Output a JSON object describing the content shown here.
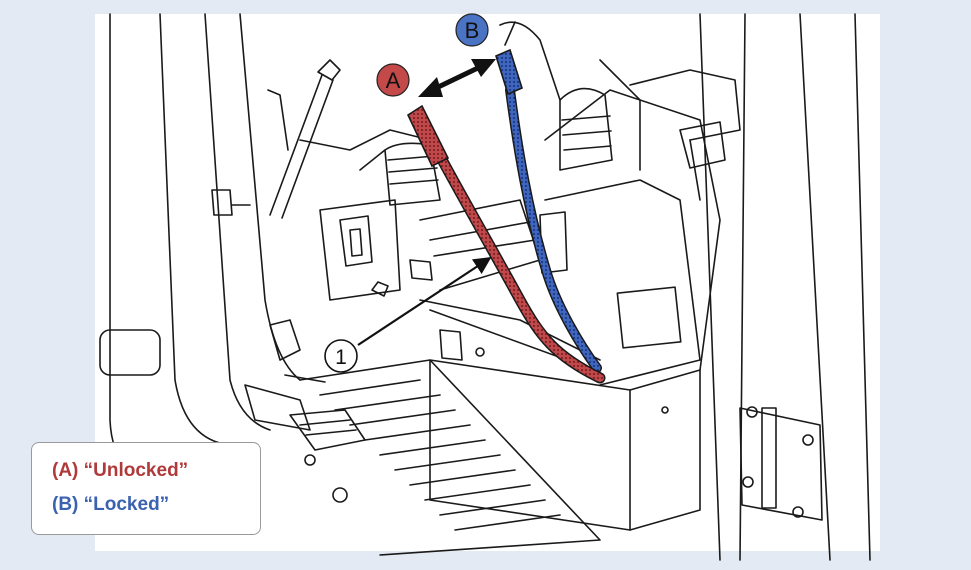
{
  "callouts": {
    "a": {
      "letter": "A",
      "color": "#c44a4a"
    },
    "b": {
      "letter": "B",
      "color": "#4a73c4"
    },
    "one": {
      "number": "1"
    }
  },
  "legend": {
    "unlocked": {
      "text": "(A) “Unlocked”",
      "color": "#b03a3a"
    },
    "locked": {
      "text": "(B) “Locked”",
      "color": "#3a62b0"
    }
  },
  "colors": {
    "background": "#e4eaf4",
    "line_art": "#1a1a1a",
    "red_lever": "#c0474a",
    "blue_lever": "#3f66bf"
  }
}
